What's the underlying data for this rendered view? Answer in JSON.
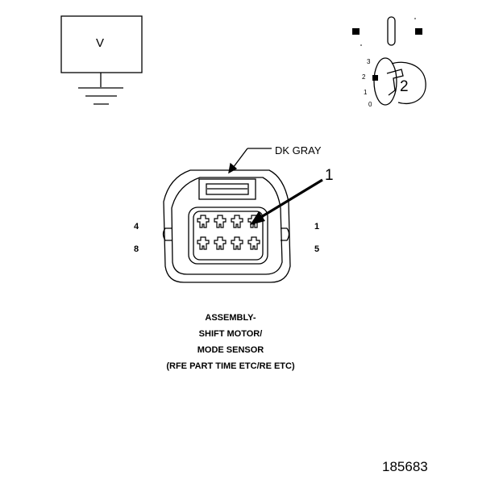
{
  "source_box": {
    "label": "V"
  },
  "mode_dial": {
    "positions": [
      "3",
      "2",
      "1",
      "0"
    ],
    "cam_label": "2"
  },
  "connector": {
    "color_label": "DK GRAY",
    "callout_number": "1",
    "pins": {
      "top_left": "4",
      "bottom_left": "8",
      "top_right": "1",
      "bottom_right": "5"
    }
  },
  "caption": {
    "line1": "ASSEMBLY-",
    "line2": "SHIFT MOTOR/",
    "line3": "MODE SENSOR",
    "line4": "(RFE PART TIME ETC/RE ETC)"
  },
  "figure_id": "185683"
}
